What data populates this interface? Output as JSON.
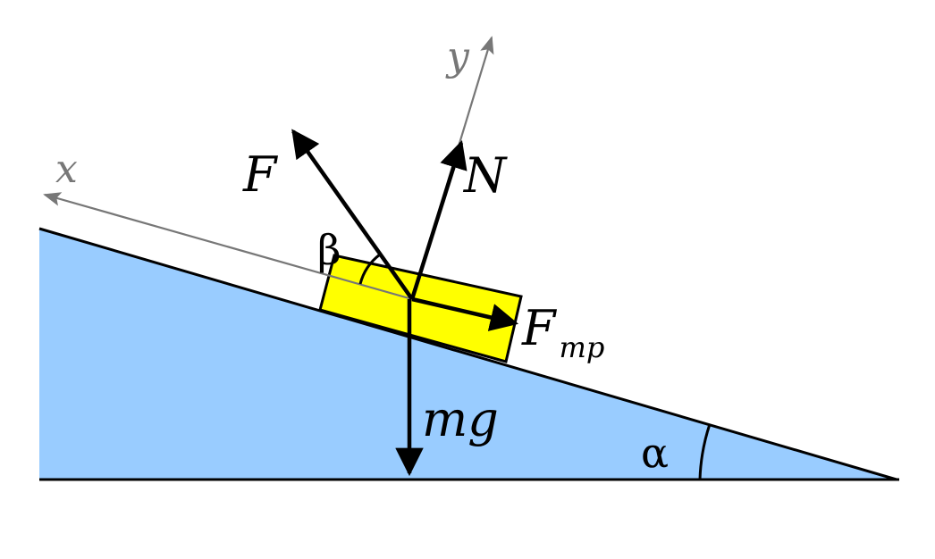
{
  "labels": {
    "force_f": "F",
    "force_n": "N",
    "friction_main": "F",
    "friction_sub": "mp",
    "gravity": "mg",
    "axis_x": "x",
    "axis_y": "y",
    "angle_beta": "β",
    "angle_alpha": "α"
  },
  "colors": {
    "incline": "#99ccff",
    "block": "#ffff00",
    "ink": "#000000",
    "axis": "#777777"
  }
}
